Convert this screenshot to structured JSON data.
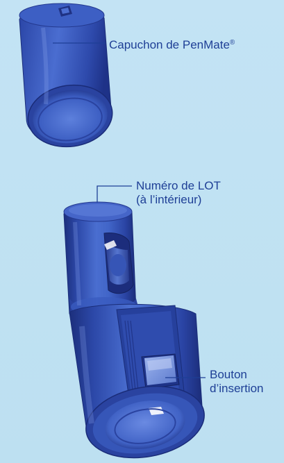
{
  "labels": {
    "cap": {
      "text": "Capuchon de PenMate",
      "mark": "®"
    },
    "lot": {
      "line1": "Numéro de LOT",
      "line2": "(à l’intérieur)"
    },
    "button": {
      "line1": "Bouton",
      "line2": "d’insertion"
    }
  },
  "colors": {
    "background": "#bfe0f2",
    "device_body": "#3a5cc0",
    "device_shadow": "#1a2f7a",
    "device_highlight": "#6f8ee0",
    "label_text": "#1e3f96",
    "leader_line": "#1e3f96"
  }
}
